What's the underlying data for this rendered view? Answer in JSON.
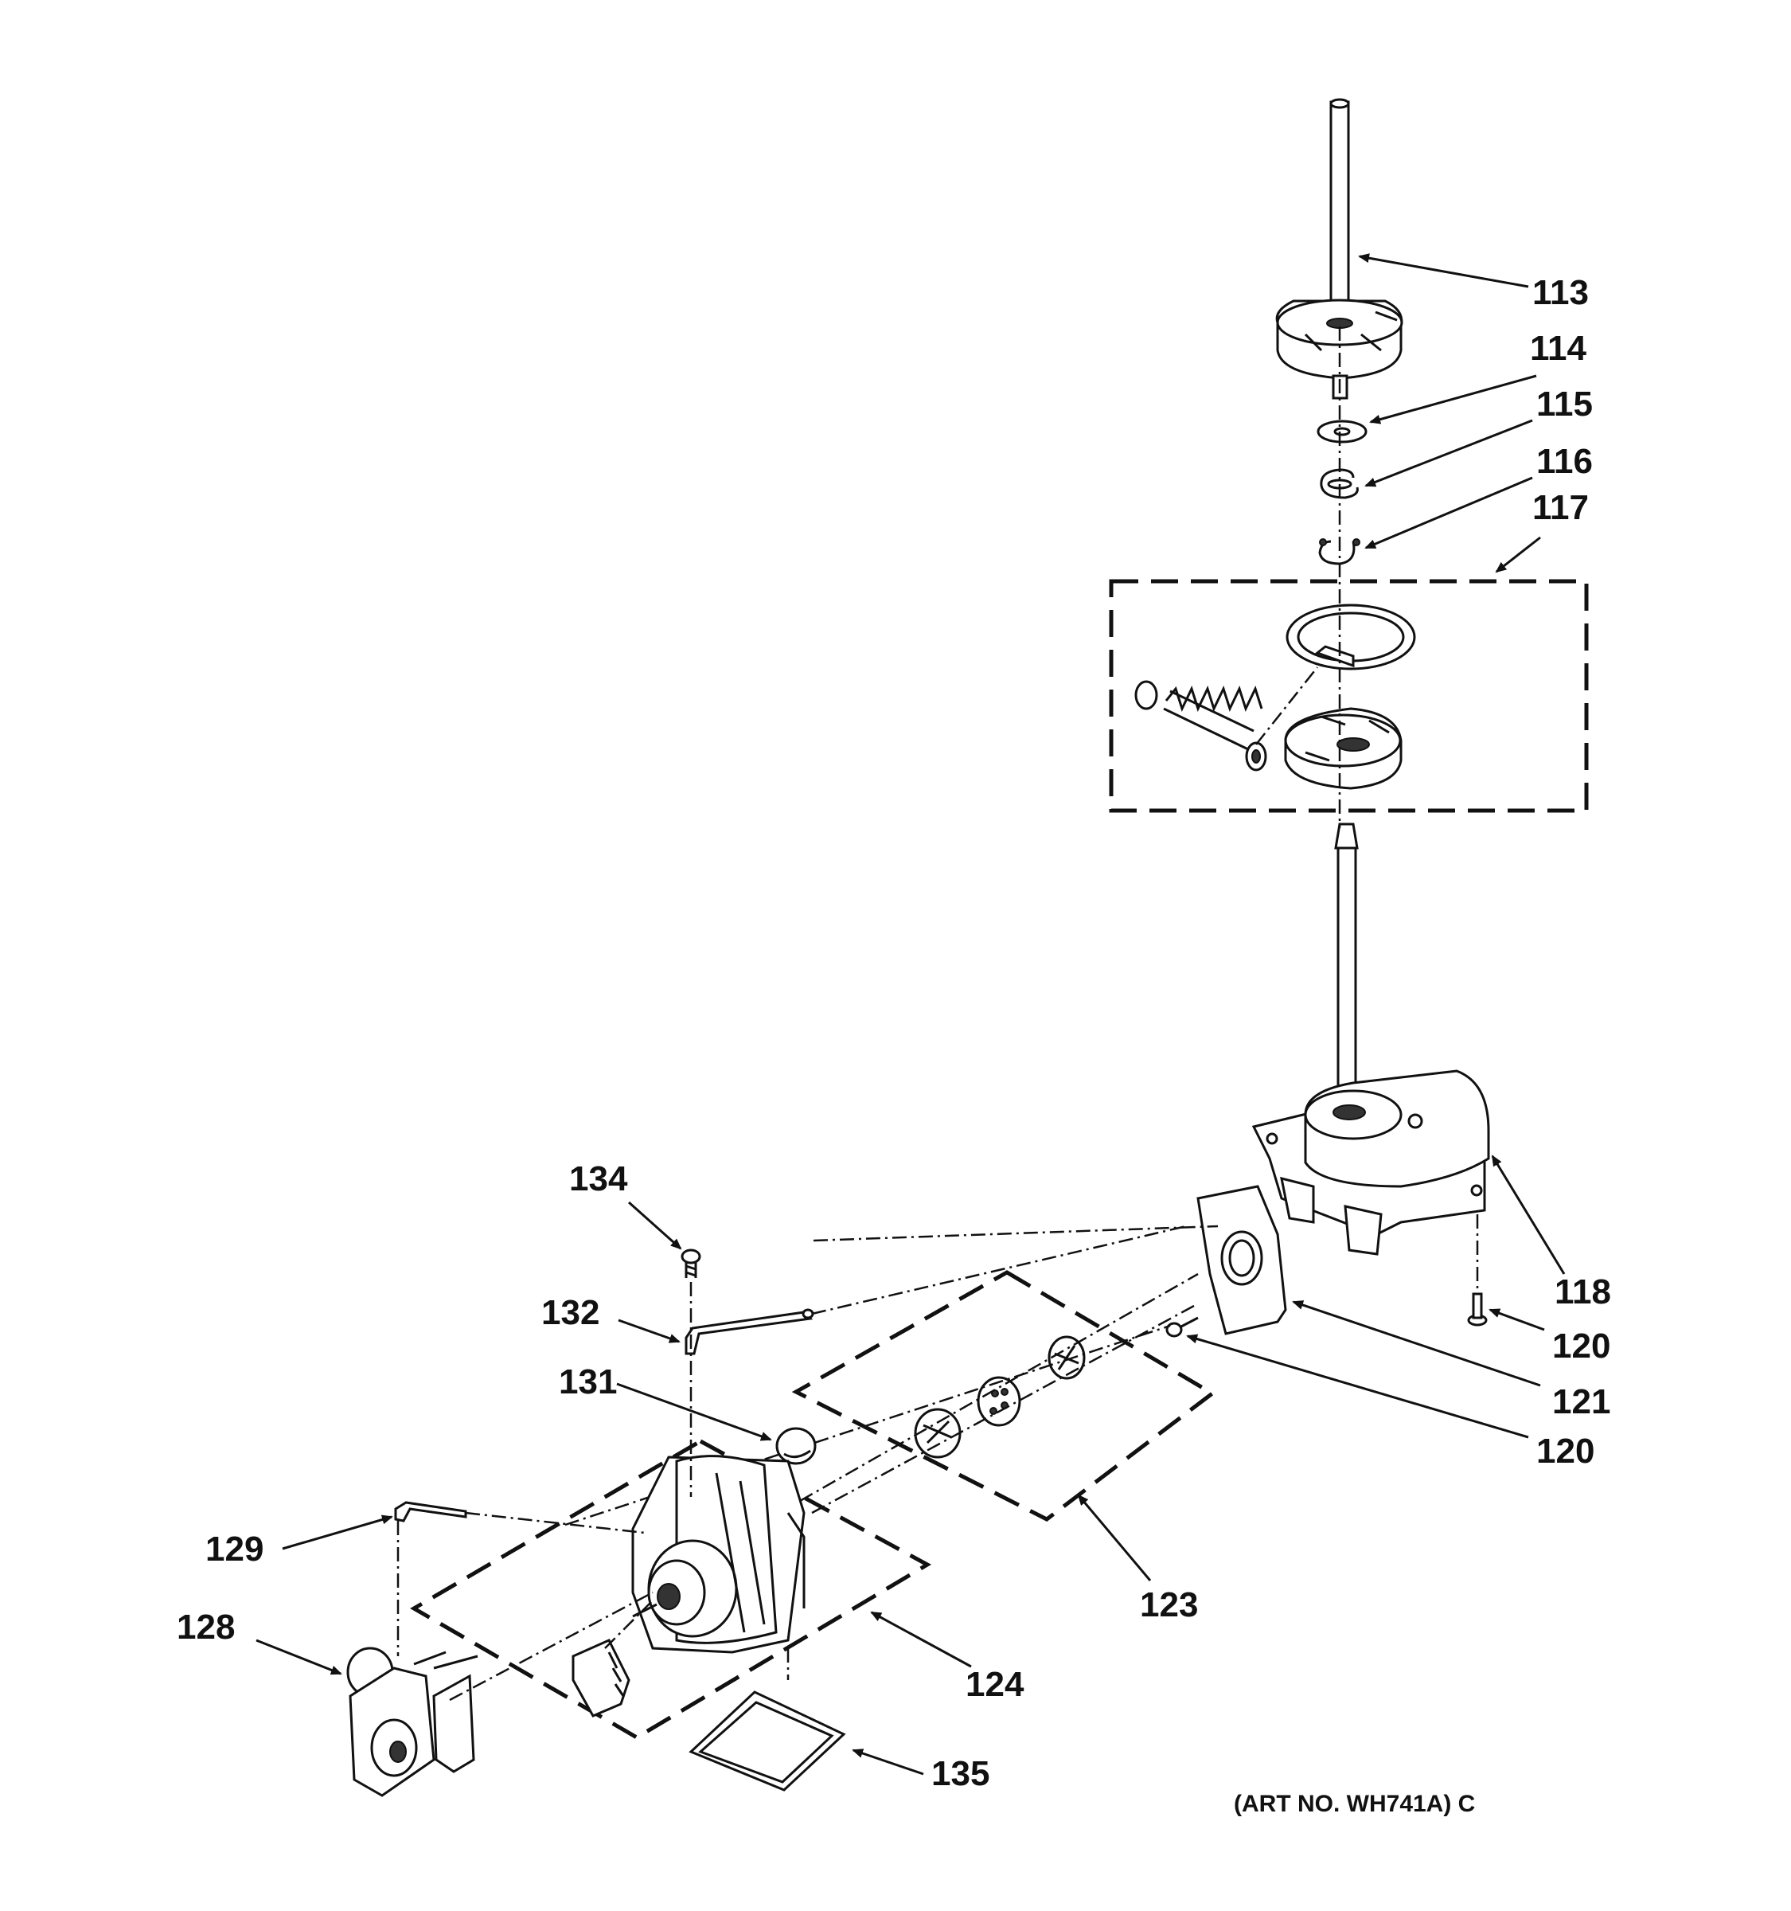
{
  "callouts": [
    {
      "id": "113",
      "label": "113"
    },
    {
      "id": "114",
      "label": "114"
    },
    {
      "id": "115",
      "label": "115"
    },
    {
      "id": "116",
      "label": "116"
    },
    {
      "id": "117",
      "label": "117"
    },
    {
      "id": "118",
      "label": "118"
    },
    {
      "id": "120a",
      "label": "120"
    },
    {
      "id": "121",
      "label": "121"
    },
    {
      "id": "120b",
      "label": "120"
    },
    {
      "id": "123",
      "label": "123"
    },
    {
      "id": "124",
      "label": "124"
    },
    {
      "id": "128",
      "label": "128"
    },
    {
      "id": "129",
      "label": "129"
    },
    {
      "id": "131",
      "label": "131"
    },
    {
      "id": "132",
      "label": "132"
    },
    {
      "id": "134",
      "label": "134"
    },
    {
      "id": "135",
      "label": "135"
    }
  ],
  "art_number": "(ART NO. WH741A) C"
}
